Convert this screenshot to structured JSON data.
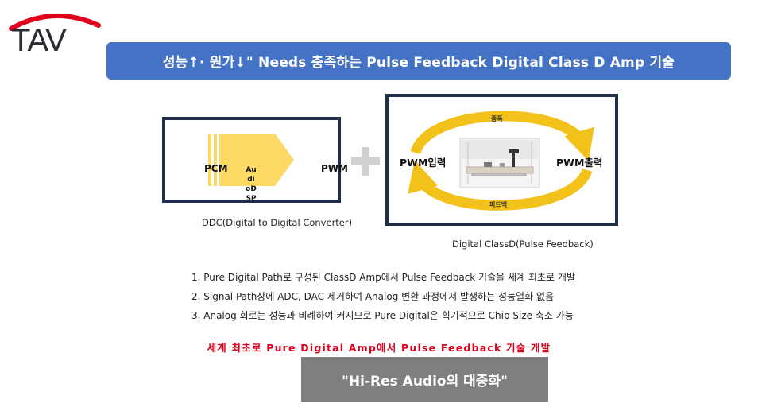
{
  "logo": {
    "text": "TAV",
    "colors": {
      "letters": "#2b2b33",
      "arc": "#e0001b"
    }
  },
  "banner": {
    "title": "성능↑· 원가↓\" Needs 충족하는 Pulse Feedback Digital Class D Amp 기술",
    "color": "#4472c4"
  },
  "ddc": {
    "pcm_label": "PCM",
    "dsp_label": "AudioDSP",
    "pwm_label": "PWM",
    "caption": "DDC(Digital to Digital Converter)",
    "arrow_color": "#ffd966",
    "border_color": "#1f2f4a"
  },
  "plus_icon": {
    "name": "plus-icon",
    "color": "#d0d0d0"
  },
  "classd": {
    "top_label": "증폭",
    "bottom_label": "피드백",
    "pwm_in": "PWM입력",
    "pwm_out": "PWM출력",
    "caption": "Digital ClassD(Pulse Feedback)",
    "arrow_color": "#f2c21a"
  },
  "bullets": [
    "1. Pure Digital Path로 구성된 ClassD Amp에서 Pulse Feedback 기술을 세계 최초로 개발",
    "2. Signal Path상에 ADC, DAC 제거하여 Analog 변환 과정에서 발생하는 성능열화 없음",
    "3. Analog 회로는 성능과 비례하여 커지므로 Pure Digital은 획기적으로 Chip Size 축소 가능"
  ],
  "highlight": {
    "text": "세계 최초로 Pure Digital Amp에서 Pulse Feedback 기술 개발",
    "color": "#e0001b"
  },
  "hires": {
    "text": "\"Hi-Res Audio의 대중화\"",
    "color": "#7f7f7f"
  }
}
